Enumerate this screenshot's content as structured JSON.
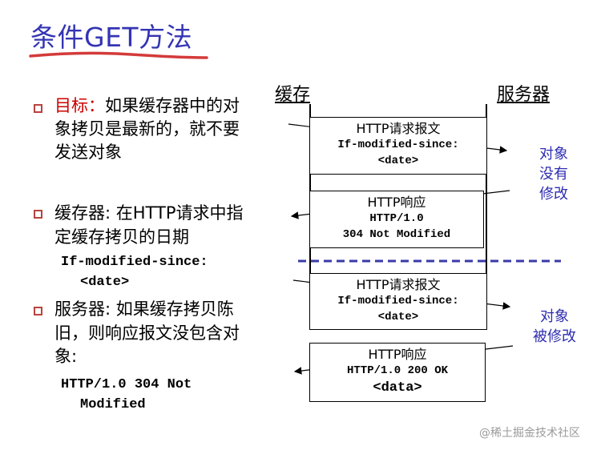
{
  "title": "条件GET方法",
  "bullets": {
    "b1_red": "目标：",
    "b1_line1": "如果缓存器中的对",
    "b1_line2": "象拷贝是最新的，就不要",
    "b1_line3": "发送对象",
    "b2_line1": "缓存器: 在HTTP请求中指",
    "b2_line2": "定缓存拷贝的日期",
    "b2_code1": "If-modified-since:",
    "b2_code2": "<date>",
    "b3_line1": "服务器: 如果缓存拷贝陈",
    "b3_line2": "旧，则响应报文没包含对",
    "b3_line3": "象:",
    "b3_code1": "HTTP/1.0 304 Not",
    "b3_code2": "Modified"
  },
  "columns": {
    "cache": "缓存",
    "server": "服务器"
  },
  "messages": {
    "req1": {
      "l1": "HTTP请求报文",
      "l2": "If-modified-since:",
      "l3": "<date>"
    },
    "resp1": {
      "l1": "HTTP响应",
      "l2": "HTTP/1.0",
      "l3": "304 Not Modified"
    },
    "req2": {
      "l1": "HTTP请求报文",
      "l2": "If-modified-since:",
      "l3": "<date>"
    },
    "resp2": {
      "l1": "HTTP响应",
      "l2": "HTTP/1.0 200 OK",
      "l3": "<data>"
    }
  },
  "notes": {
    "not_modified": [
      "对象",
      "没有",
      "修改"
    ],
    "modified": [
      "对象",
      "被修改"
    ]
  },
  "watermark": "@稀土掘金技术社区",
  "colors": {
    "title": "#3434b4",
    "bullet": "#b8433e",
    "red": "#cc0000",
    "note": "#2d2db0",
    "underline": "#d43a3a",
    "dashes": "#3a3aa8"
  }
}
